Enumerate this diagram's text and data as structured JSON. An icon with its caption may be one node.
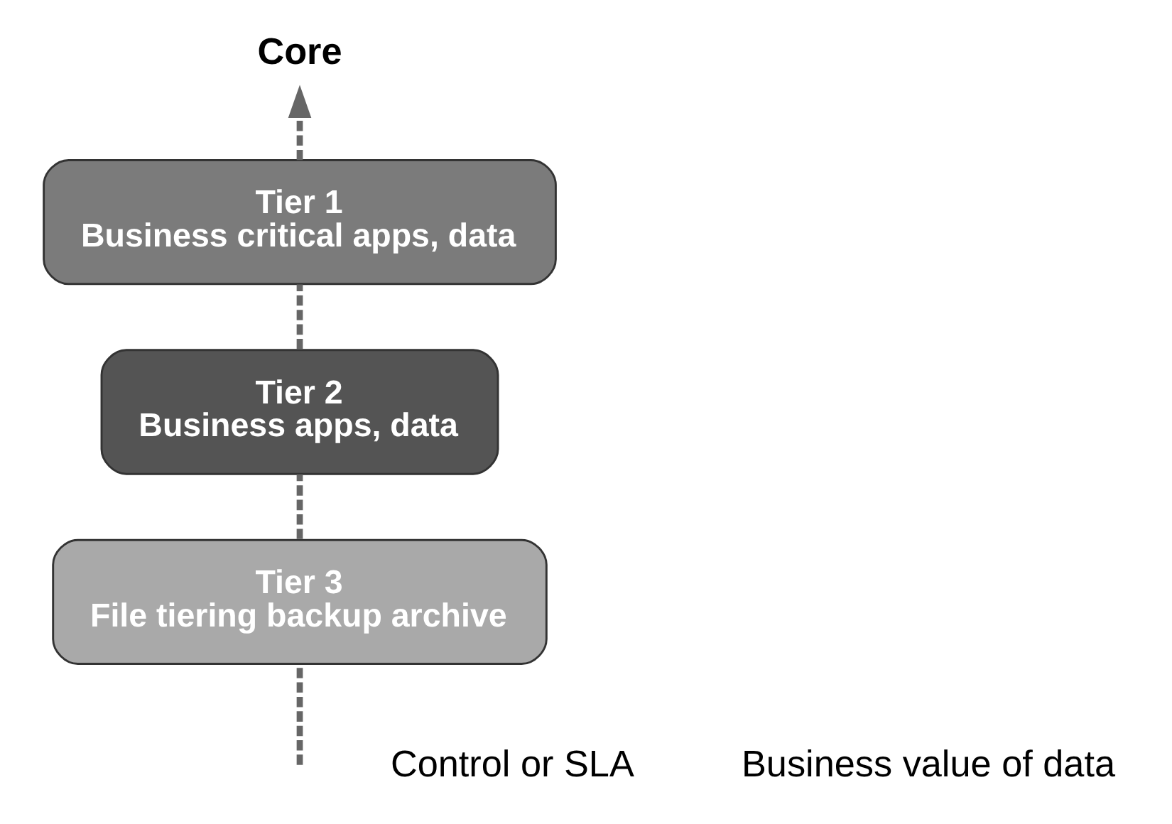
{
  "diagram": {
    "nodes": [
      {
        "text": [
          "Tier 3",
          "File tiering backup archive"
        ]
      },
      {
        "text": [
          "Tier 2",
          "Business apps, data"
        ]
      },
      {
        "text": [
          "Tier 1",
          "Business critical apps, data"
        ]
      },
      {
        "text": [
          "Core"
        ]
      }
    ],
    "edges": [
      {
        "from": null,
        "to": 0,
        "arrow": "none",
        "style": "dashed"
      },
      {
        "from": 0,
        "to": 1,
        "arrow": "none",
        "style": "dashed"
      },
      {
        "from": 1,
        "to": 2,
        "arrow": "none",
        "style": "dashed"
      },
      {
        "from": 2,
        "to": 3,
        "arrow": "to",
        "style": "dashed"
      }
    ],
    "labels": [
      "Control or SLA",
      "Business value of data"
    ]
  }
}
